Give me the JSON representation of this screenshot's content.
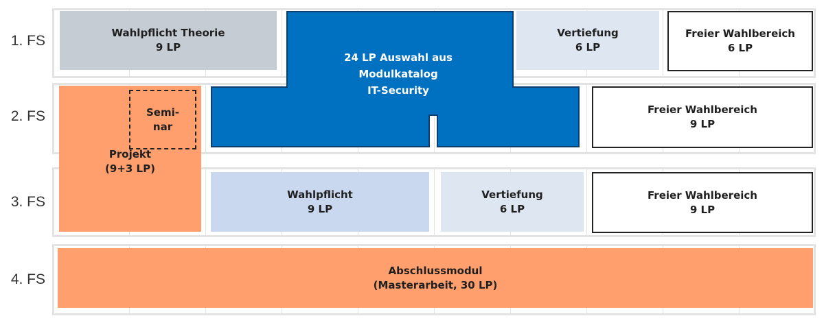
{
  "rows": [
    {
      "label": "1. FS"
    },
    {
      "label": "2. FS"
    },
    {
      "label": "3. FS"
    },
    {
      "label": "4. FS"
    }
  ],
  "modules": {
    "wahlpflicht_theorie": {
      "line1": "Wahlpflicht Theorie",
      "line2": "9 LP"
    },
    "vertiefung_1": {
      "line1": "Vertiefung",
      "line2": "6 LP"
    },
    "freier_1": {
      "line1": "Freier Wahlbereich",
      "line2": "6 LP"
    },
    "it_security": {
      "line1": "24 LP Auswahl aus",
      "line2": "Modulkatalog",
      "line3": "IT-Security"
    },
    "seminar": {
      "line1": "Semi-",
      "line2": "nar"
    },
    "projekt": {
      "line1": "Projekt",
      "line2": "(9+3 LP)"
    },
    "freier_2": {
      "line1": "Freier Wahlbereich",
      "line2": "9 LP"
    },
    "wahlpflicht_3": {
      "line1": "Wahlpflicht",
      "line2": "9 LP"
    },
    "vertiefung_3": {
      "line1": "Vertiefung",
      "line2": "6 LP"
    },
    "freier_3": {
      "line1": "Freier Wahlbereich",
      "line2": "9 LP"
    },
    "abschluss": {
      "line1": "Abschlussmodul",
      "line2": "(Masterarbeit, 30 LP)"
    }
  },
  "colors": {
    "it_security_fill": "#0070c0",
    "it_security_stroke": "#0b3d6e",
    "orange": "#ff9f6e",
    "light_blue": "#c9d8ef",
    "pale_blue": "#dde6f1",
    "gray": "#c5ccd3",
    "grid": "#e3e3e3"
  }
}
